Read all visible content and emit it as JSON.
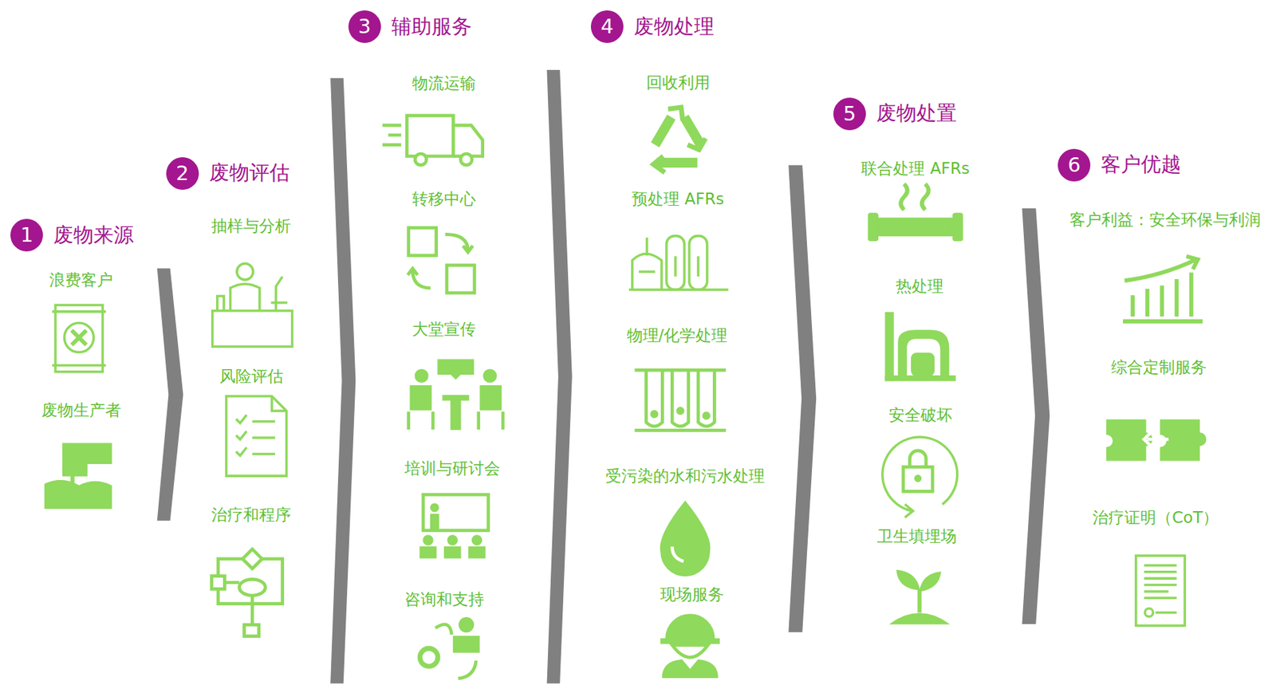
{
  "diagram": {
    "nodes": [
      {
        "text": [
          "1",
          "废物来源"
        ]
      },
      {
        "text": [
          "2",
          "废物评估"
        ]
      },
      {
        "text": [
          "3",
          "辅助服务"
        ]
      },
      {
        "text": [
          "4",
          "废物处理"
        ]
      },
      {
        "text": [
          "5",
          "废物处置"
        ]
      },
      {
        "text": [
          "6",
          "客户优越"
        ]
      }
    ],
    "labels": [
      "浪费客户",
      "废物生产者",
      "抽样与分析",
      "风险评估",
      "治疗和程序",
      "物流运输",
      "转移中心",
      "大堂宣传",
      "培训与研讨会",
      "咨询和支持",
      "回收利用",
      "预处理 AFRs",
      "物理/化学处理",
      "受污染的水和污水处理",
      "现场服务",
      "联合处理 AFRs",
      "热处理",
      "安全破坏",
      "卫生填埋场",
      "客户利益：安全环保与利润",
      "综合定制服务",
      "治疗证明（CoT）"
    ]
  }
}
